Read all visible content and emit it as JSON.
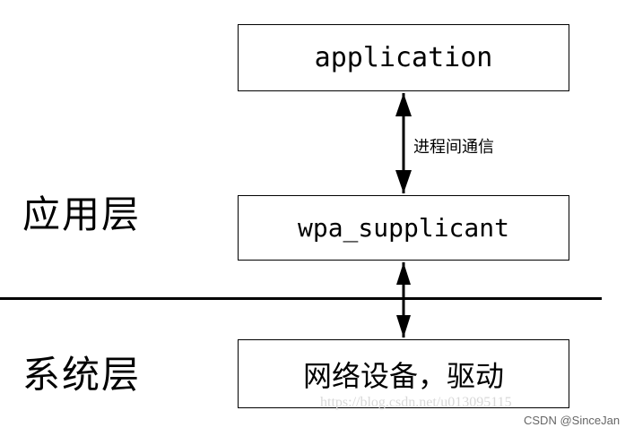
{
  "boxes": {
    "application": "application",
    "wpa_supplicant": "wpa_supplicant",
    "network_driver": "网络设备，驱动"
  },
  "layers": {
    "app_layer": "应用层",
    "system_layer": "系统层"
  },
  "ipc_label": "进程间通信",
  "watermark": {
    "url": "https://blog.csdn.net/u013095115",
    "credit": "CSDN @SinceJan"
  }
}
